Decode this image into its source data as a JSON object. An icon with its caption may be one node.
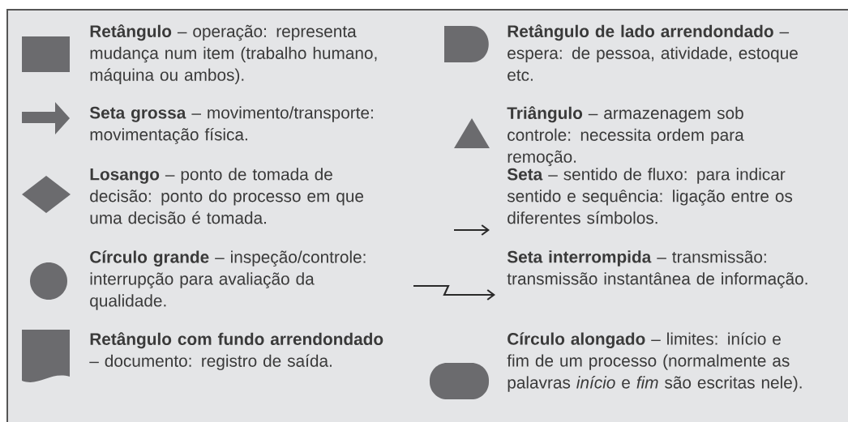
{
  "diagram": {
    "legend": [
      {
        "text": "**Retângulo** – operação: representa mudança num item (trabalho humano, máquina ou ambos)."
      },
      {
        "text": "**Seta grossa** – movimento/transporte: movimentação física."
      },
      {
        "text": "**Losango** – ponto de tomada de decisão: ponto do processo em que uma decisão é tomada."
      },
      {
        "text": "**Círculo grande** – inspeção/controle: interrupção para avaliação da qualidade."
      },
      {
        "text": "**Retângulo com fundo arrendondado** – documento: registro de saída."
      },
      {
        "text": "**Retângulo de lado arrendondado** – espera: de pessoa, atividade, estoque etc."
      },
      {
        "text": "**Triângulo** – armazenagem sob controle: necessita ordem para remoção."
      },
      {
        "text": "**Seta** – sentido de fluxo: para indicar sentido e sequência: ligação entre os diferentes símbolos."
      },
      {
        "text": "**Seta interrompida** – transmissão: transmissão instantânea de informação."
      },
      {
        "text": "**Círculo alongado** – limites: início e fim de um processo (normalmente as palavras *início* e *fim* são escritas nele)."
      }
    ]
  }
}
